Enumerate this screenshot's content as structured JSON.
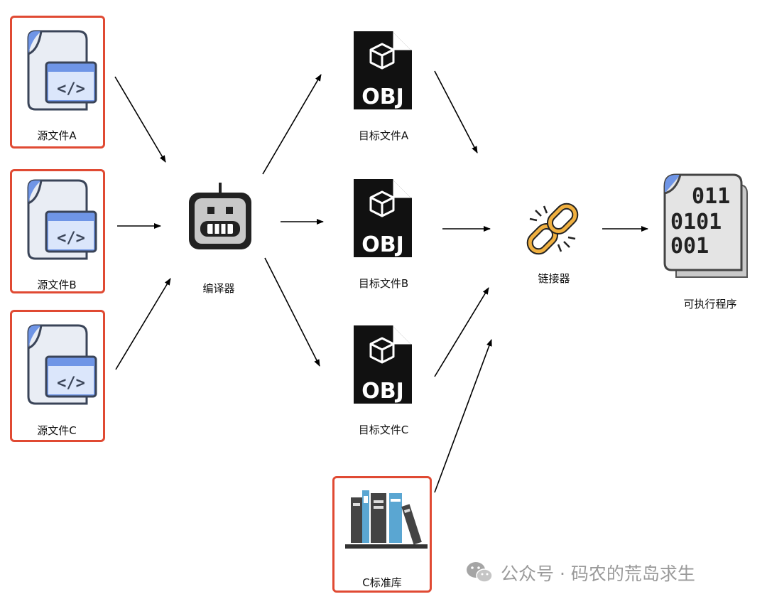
{
  "sources": [
    {
      "id": "a",
      "label": "源文件A"
    },
    {
      "id": "b",
      "label": "源文件B"
    },
    {
      "id": "c",
      "label": "源文件C"
    }
  ],
  "compiler": {
    "label": "编译器",
    "icon": "robot-icon"
  },
  "objects": [
    {
      "id": "a",
      "label": "目标文件A",
      "badge": "OBJ"
    },
    {
      "id": "b",
      "label": "目标文件B",
      "badge": "OBJ"
    },
    {
      "id": "c",
      "label": "目标文件C",
      "badge": "OBJ"
    }
  ],
  "linker": {
    "label": "链接器",
    "icon": "chain-link-icon"
  },
  "stdlib": {
    "label": "C标准库",
    "icon": "bookshelf-icon"
  },
  "executable": {
    "label": "可执行程序",
    "icon": "binary-file-icon",
    "lines": [
      "011",
      "0101",
      "001"
    ]
  },
  "watermark": {
    "text": "公众号 · 码农的荒岛求生",
    "icon": "wechat-icon"
  },
  "colors": {
    "highlight_border": "#e04a33",
    "arrow": "#000000",
    "file_blue": "#6f95e6",
    "file_body": "#e9edf4",
    "file_outline": "#3a4458"
  }
}
